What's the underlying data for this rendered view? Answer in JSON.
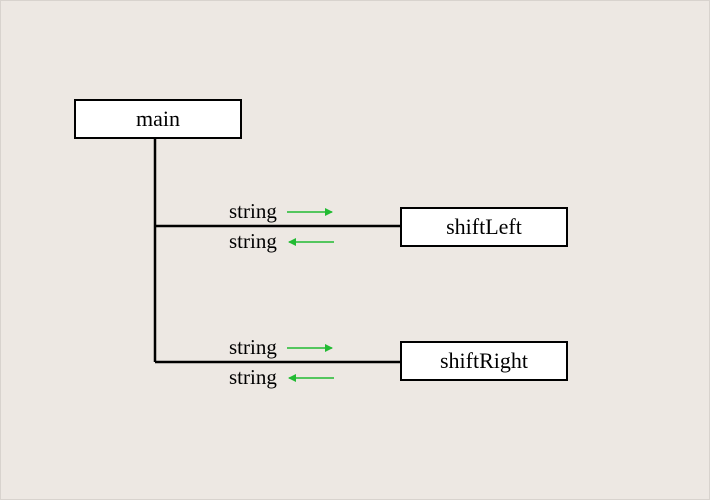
{
  "diagram": {
    "type": "structure-chart",
    "root": {
      "label": "main"
    },
    "modules": [
      {
        "label": "shiftLeft",
        "data_in": "string",
        "data_out": "string"
      },
      {
        "label": "shiftRight",
        "data_in": "string",
        "data_out": "string"
      }
    ],
    "colors": {
      "background": "#ede8e3",
      "box_fill": "#ffffff",
      "line": "#000000",
      "arrow": "#22bb33"
    }
  }
}
